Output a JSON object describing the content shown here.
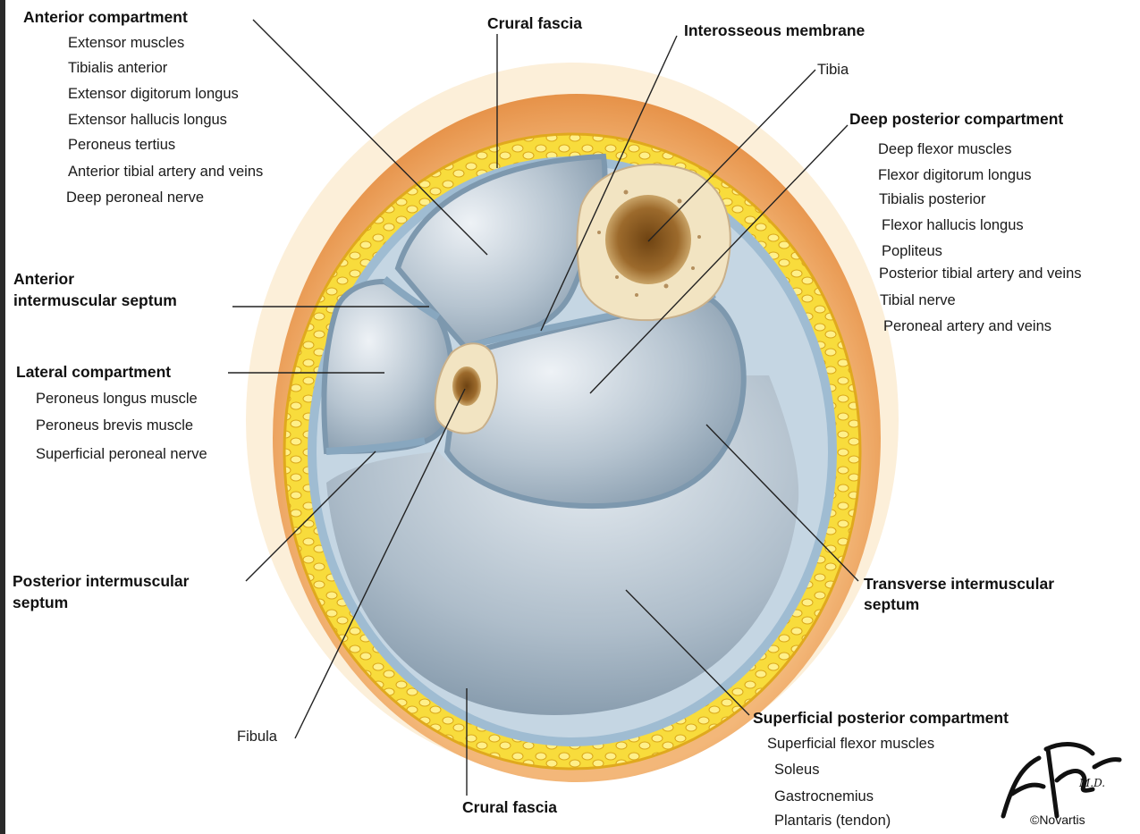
{
  "labels": {
    "anterior_compartment": {
      "title": "Anterior compartment",
      "items": [
        "Extensor muscles",
        "Tibialis anterior",
        "Extensor digitorum longus",
        "Extensor hallucis longus",
        "Peroneus tertius",
        "Anterior tibial artery and veins",
        "Deep peroneal nerve"
      ]
    },
    "crural_fascia_top": "Crural fascia",
    "interosseous_membrane": "Interosseous membrane",
    "tibia": "Tibia",
    "deep_posterior_compartment": {
      "title": "Deep posterior compartment",
      "items": [
        "Deep flexor muscles",
        "Flexor digitorum longus",
        "Tibialis posterior",
        "Flexor hallucis longus",
        "Popliteus",
        "Posterior tibial artery and veins",
        "Tibial nerve",
        "Peroneal artery and veins"
      ]
    },
    "anterior_intermuscular_septum": [
      "Anterior",
      "intermuscular septum"
    ],
    "lateral_compartment": {
      "title": "Lateral compartment",
      "items": [
        "Peroneus longus muscle",
        "Peroneus brevis muscle",
        "Superficial peroneal nerve"
      ]
    },
    "posterior_intermuscular_septum": [
      "Posterior intermuscular",
      "septum"
    ],
    "transverse_intermuscular_septum": [
      "Transverse intermuscular",
      "septum"
    ],
    "fibula": "Fibula",
    "superficial_posterior_compartment": {
      "title": "Superficial posterior compartment",
      "items": [
        "Superficial flexor muscles",
        "Soleus",
        "Gastrocnemius",
        "Plantaris (tendon)"
      ]
    },
    "crural_fascia_bottom": "Crural fascia"
  },
  "signature": {
    "name": "F. Netter M.D.",
    "credit": "©Novartis"
  },
  "colors": {
    "skin": "#e79a4e",
    "fat": "#f6d22a",
    "muscle": "#b9c6d2",
    "fascia": "#8fb0c9",
    "bone": "#f1e3c0",
    "marrow": "#8a5a22"
  }
}
